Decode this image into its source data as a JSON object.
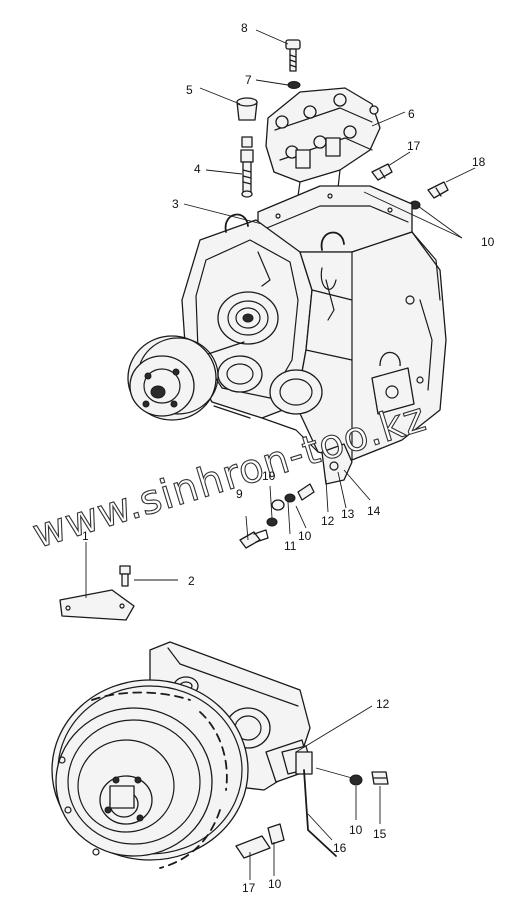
{
  "watermark": "www.sinhron-too.kz",
  "callouts": {
    "c8": "8",
    "c7": "7",
    "c5": "5",
    "c6": "6",
    "c4": "4",
    "c17a": "17",
    "c18": "18",
    "c3": "3",
    "c10a": "10",
    "c9": "9",
    "c10b": "10",
    "c11": "11",
    "c10c": "10",
    "c12a": "12",
    "c13": "13",
    "c14": "14",
    "c1": "1",
    "c2": "2",
    "c12b": "12",
    "c10d": "10",
    "c15": "15",
    "c16": "16",
    "c17b": "17",
    "c10e": "10"
  }
}
